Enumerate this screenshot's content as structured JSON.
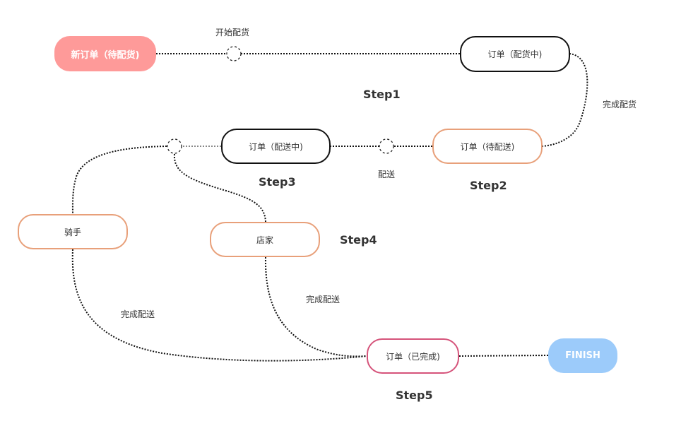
{
  "nodes": {
    "new_order": "新订单（待配货)",
    "order_picking": "订单（配货中)",
    "order_pending_delivery": "订单（待配送)",
    "order_delivering": "订单（配送中)",
    "rider": "骑手",
    "store": "店家",
    "order_completed": "订单（已完成)",
    "finish": "FINISH"
  },
  "edge_labels": {
    "start_picking": "开始配货",
    "complete_picking": "完成配货",
    "deliver": "配送",
    "complete_delivery_rider": "完成配送",
    "complete_delivery_store": "完成配送"
  },
  "steps": {
    "step1": "Step1",
    "step2": "Step2",
    "step3": "Step3",
    "step4": "Step4",
    "step5": "Step5"
  },
  "colors": {
    "new_order_fill": "#fe9a99",
    "finish_fill": "#9ccbfa",
    "orange_border": "#e8a07a",
    "pink_border": "#d5537a",
    "black_border": "#111111"
  }
}
